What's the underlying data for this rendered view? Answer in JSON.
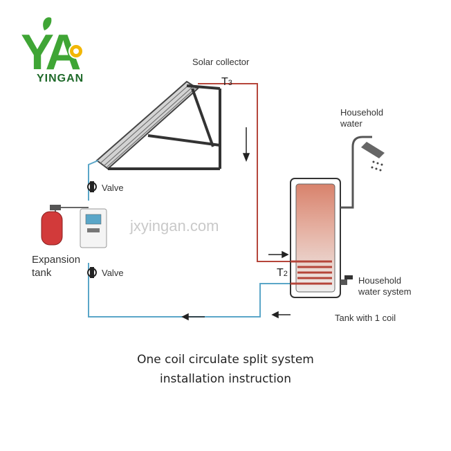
{
  "logo": {
    "letters": "YA",
    "brand": "YINGAN"
  },
  "labels": {
    "solar_collector": "Solar collector",
    "t3": "T",
    "t3_sub": "3",
    "t2": "T",
    "t2_sub": "2",
    "household_water_line1": "Household",
    "household_water_line2": "water",
    "valve_top": "Valve",
    "valve_bottom": "Valve",
    "expansion_line1": "Expansion",
    "expansion_line2": "tank",
    "household_water_system_line1": "Household",
    "household_water_system_line2": "water system",
    "tank_with_coil": "Tank with 1 coil",
    "watermark": "jxyingan.com"
  },
  "caption": {
    "line1": "One coil circulate split system",
    "line2": "installation instruction"
  },
  "colors": {
    "hot_pipe": "#b5453a",
    "cold_pipe": "#5aa6c8",
    "logo_green": "#3fa535",
    "logo_dark": "#1f6a2a",
    "logo_sun": "#f2b705",
    "expansion_tank": "#d23a3a"
  }
}
